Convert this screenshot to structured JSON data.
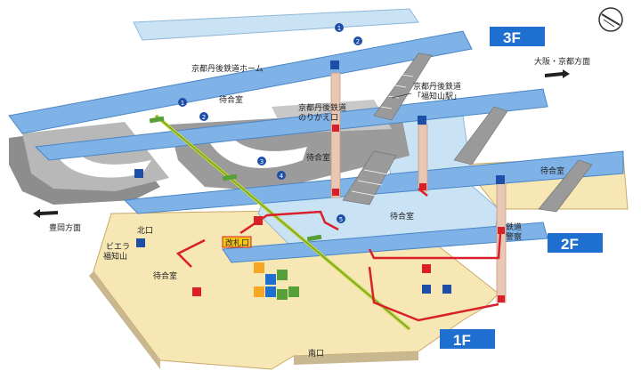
{
  "floors": {
    "f3": "3F",
    "f2": "2F",
    "f1": "1F"
  },
  "labels": {
    "platform_name": "京都丹後鉄道ホーム",
    "waiting_room": "待合室",
    "transfer_gate": "京都丹後鉄道\nのりかえ口",
    "ktr_station": "京都丹後鉄道\n「福知山駅」",
    "osaka_kyoto": "大阪・京都方面",
    "toyooka": "豊岡方面",
    "north_exit": "北口",
    "south_exit": "南口",
    "ticket_gate": "改札口",
    "viera": "ビエラ\n福知山",
    "police": "鉄道\n警察"
  },
  "platforms": [
    "1",
    "2",
    "1",
    "2",
    "3",
    "4",
    "5"
  ],
  "colors": {
    "platform_blue": "#7fb2e6",
    "floor2_light": "#c9e3f5",
    "floor1_beige": "#f6e7b5",
    "badge_blue": "#1f6fd1",
    "route_red": "#d9202a",
    "stair_gray": "#9a9a9a",
    "yellow_line": "#b6d43a"
  }
}
